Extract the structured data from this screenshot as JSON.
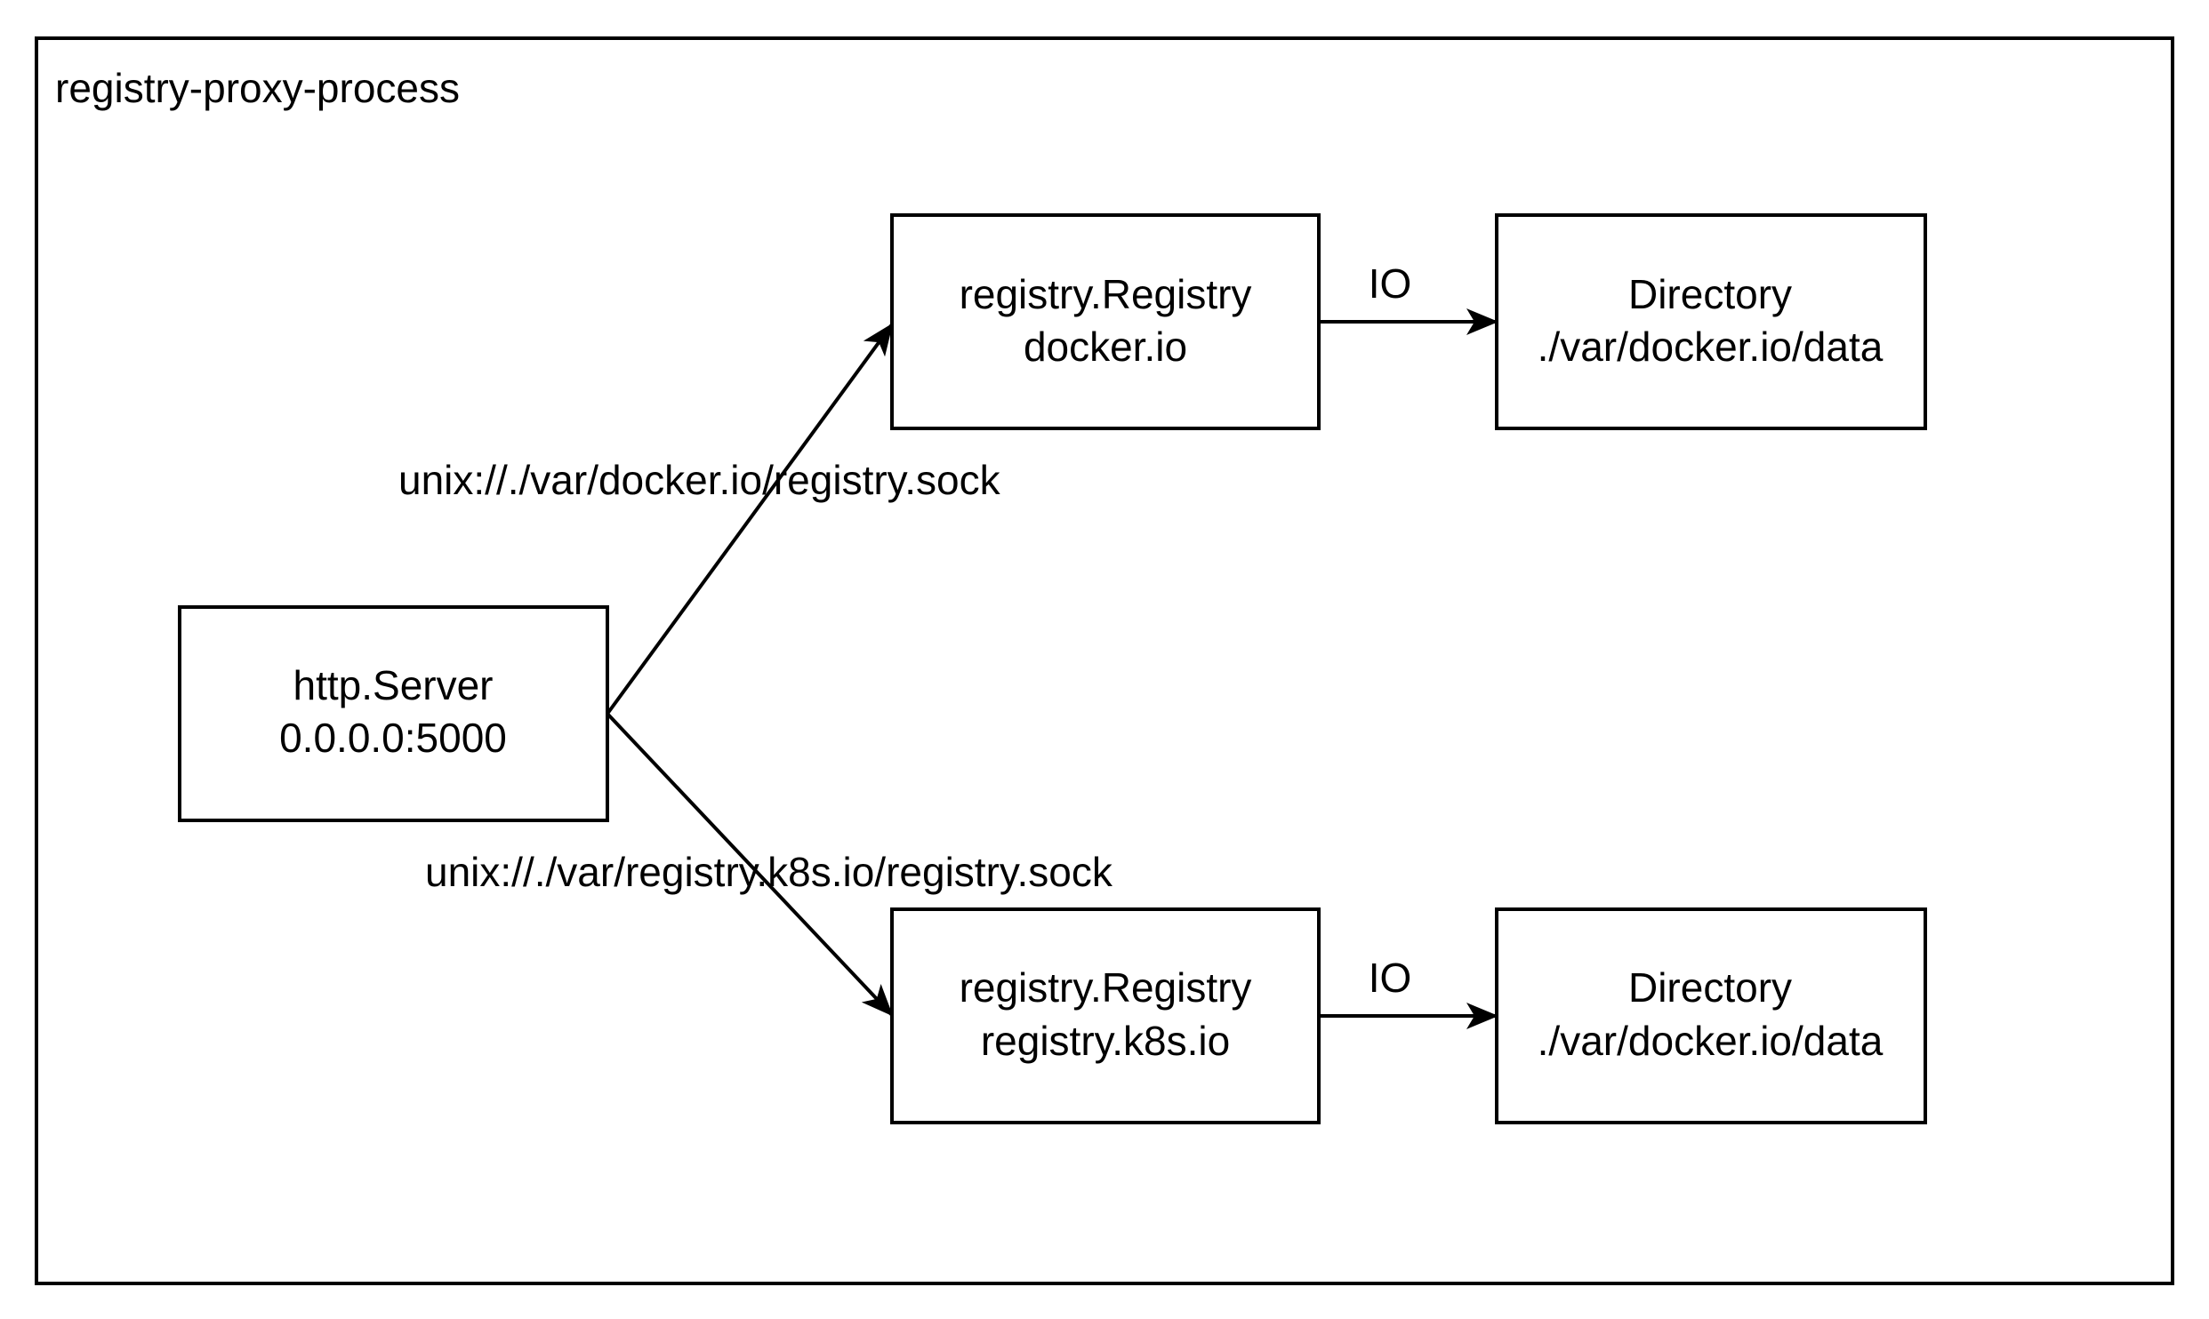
{
  "container": {
    "title": "registry-proxy-process"
  },
  "nodes": {
    "server": {
      "name": "http.Server",
      "detail": "0.0.0.0:5000"
    },
    "registry_docker": {
      "name": "registry.Registry",
      "detail": "docker.io"
    },
    "registry_k8s": {
      "name": "registry.Registry",
      "detail": "registry.k8s.io"
    },
    "directory_docker": {
      "name": "Directory",
      "detail": "./var/docker.io/data"
    },
    "directory_k8s": {
      "name": "Directory",
      "detail": "./var/docker.io/data"
    }
  },
  "edges": {
    "server_to_docker": {
      "label": "unix://./var/docker.io/registry.sock"
    },
    "server_to_k8s": {
      "label": "unix://./var/registry.k8s.io/registry.sock"
    },
    "docker_io": {
      "label": "IO"
    },
    "k8s_io": {
      "label": "IO"
    }
  },
  "colors": {
    "stroke": "#000000",
    "fill": "#ffffff",
    "text": "#000000"
  }
}
